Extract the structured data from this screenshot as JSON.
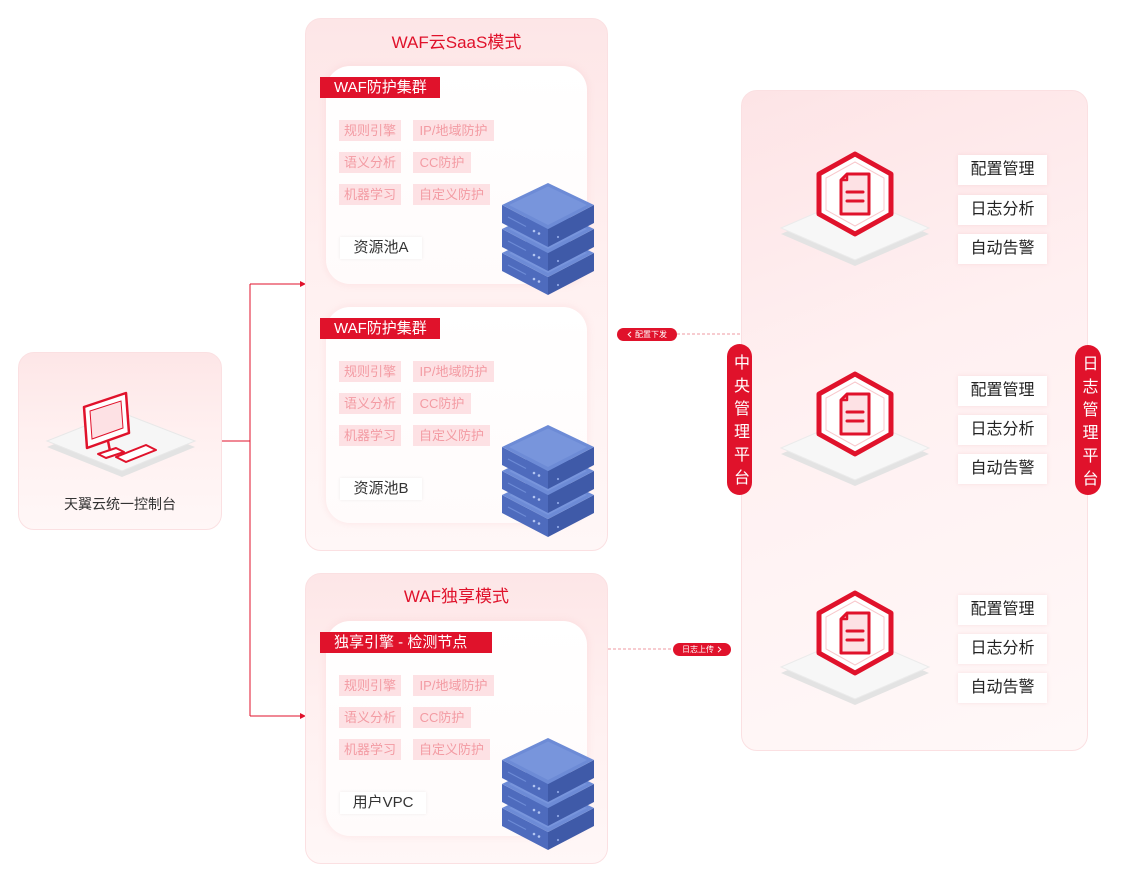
{
  "console": {
    "label": "天翼云统一控制台",
    "icon": "monitor-icon"
  },
  "saas": {
    "title": "WAF云SaaS模式",
    "clusters": [
      {
        "badge": "WAF防护集群",
        "tags": [
          "规则引擎",
          "IP/地域防护",
          "语义分析",
          "CC防护",
          "机器学习",
          "自定义防护"
        ],
        "pool": "资源池A",
        "icon": "server-stack-icon"
      },
      {
        "badge": "WAF防护集群",
        "tags": [
          "规则引擎",
          "IP/地域防护",
          "语义分析",
          "CC防护",
          "机器学习",
          "自定义防护"
        ],
        "pool": "资源池B",
        "icon": "server-stack-icon"
      }
    ]
  },
  "dedicated": {
    "title": "WAF独享模式",
    "node": {
      "badge": "独享引擎 - 检测节点",
      "tags": [
        "规则引擎",
        "IP/地域防护",
        "语义分析",
        "CC防护",
        "机器学习",
        "自定义防护"
      ],
      "pool": "用户VPC",
      "icon": "server-stack-icon"
    }
  },
  "links": {
    "config_push": "配置下发",
    "config_push_icon": "chevron-left-icon",
    "log_upload": "日志上传",
    "log_upload_icon": "chevron-right-icon"
  },
  "central_platform": {
    "label": "中央管理平台"
  },
  "log_platform": {
    "label": "日志管理平台"
  },
  "platform_groups": [
    {
      "icon": "document-hexagon-icon",
      "items": [
        "配置管理",
        "日志分析",
        "自动告警"
      ]
    },
    {
      "icon": "document-hexagon-icon",
      "items": [
        "配置管理",
        "日志分析",
        "自动告警"
      ]
    },
    {
      "icon": "document-hexagon-icon",
      "items": [
        "配置管理",
        "日志分析",
        "自动告警"
      ]
    }
  ],
  "colors": {
    "accent": "#e0122b",
    "tag_background": "#fde1e4",
    "tag_text": "#f39ba3",
    "server_blue": "#6d8bd6",
    "panel_pink": "#fde6e7"
  }
}
